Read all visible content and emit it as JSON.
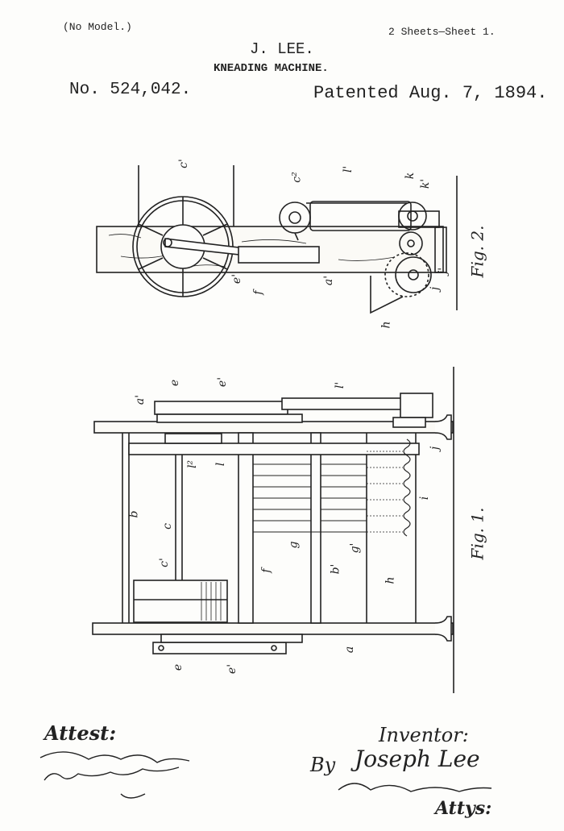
{
  "header": {
    "no_model": "(No Model.)",
    "sheets": "2 Sheets—Sheet 1.",
    "inventor_name": "J. LEE.",
    "invention": "KNEADING MACHINE.",
    "patent_no": "No. 524,042.",
    "patented": "Patented Aug. 7, 1894."
  },
  "figures": {
    "fig2": "Fig. 2.",
    "fig1": "Fig. 1."
  },
  "labels": {
    "c1": "c'",
    "c2": "c²",
    "l1_top": "l'",
    "k": "k",
    "k1": "k'",
    "a1_top": "a'",
    "f_top": "f",
    "e1_top": "e'",
    "j_top": "j",
    "j1_top": "j'",
    "h_top": "h",
    "e_1": "e",
    "e1_1": "e'",
    "l1_1": "l'",
    "a1_1": "a'",
    "l_1": "l",
    "l2_1": "l²",
    "i_1": "i",
    "b_1": "b",
    "c_1": "c",
    "c1_1": "c'",
    "f_1": "f",
    "g_1": "g",
    "g1_1": "g'",
    "b1_1": "b'",
    "h_1": "h",
    "j_1": "j",
    "a_1": "a",
    "e_2": "e",
    "e1_2": "e'"
  },
  "signatures": {
    "attest": "Attest:",
    "inventor": "Inventor:",
    "by": "By",
    "inventor_sig": "Joseph Lee",
    "attys": "Attys:"
  }
}
